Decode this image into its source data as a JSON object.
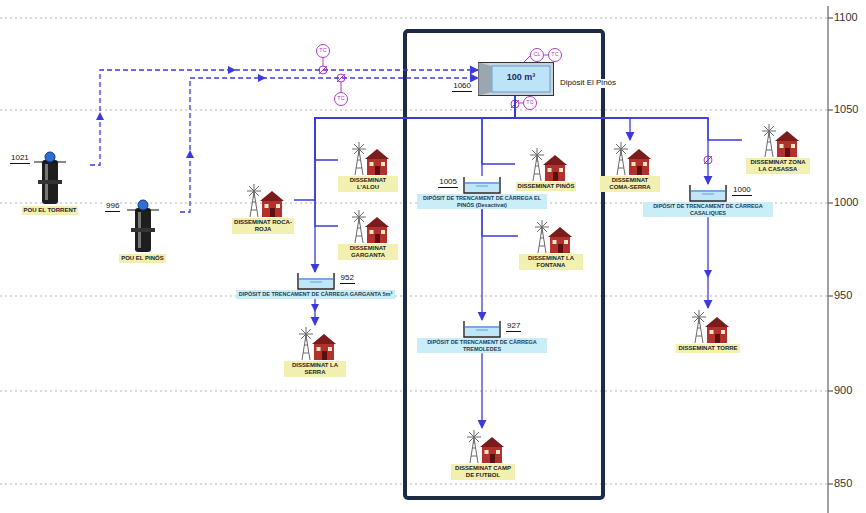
{
  "diagram": {
    "nodes": [
      {
        "text": [
          "TC"
        ]
      },
      {
        "text": [
          "CL"
        ]
      },
      {
        "text": [
          "TC"
        ]
      },
      {
        "text": [
          "100 m³",
          "Dipòsit El Pinós",
          "1060"
        ]
      },
      {
        "text": [
          "TC"
        ]
      },
      {
        "text": [
          "TC"
        ]
      },
      {
        "text": [
          "1021",
          "POU EL TORRENT"
        ]
      },
      {
        "text": [
          "DISSEMINAT L'ALOU"
        ]
      },
      {
        "text": [
          "DISSEMINAT PINÓS"
        ]
      },
      {
        "text": [
          "DISSEMINAT COMA-SERRA"
        ]
      },
      {
        "text": [
          "DISSEMINAT ZONA LA CASASSA"
        ]
      },
      {
        "text": [
          "1005",
          "DIPÒSIT DE TRENCAMENT DE CÀRREGA EL PINÓS (Desactivat)"
        ]
      },
      {
        "text": [
          "1000",
          "DIPÒSIT DE TRENCAMENT DE CÀRREGA CASALIQUES"
        ]
      },
      {
        "text": [
          "DISSEMINAT ROCA-ROJA"
        ]
      },
      {
        "text": [
          "996",
          "POU EL PINÓS"
        ]
      },
      {
        "text": [
          "DISSEMINAT GARGANTA"
        ]
      },
      {
        "text": [
          "DISSEMINAT LA FONTANA"
        ]
      },
      {
        "text": [
          "952",
          "DIPÒSIT DE TRENCAMENT DE CÀRREGA GARGANTA 5m³"
        ]
      },
      {
        "text": [
          "927",
          "DIPÒSIT DE TRENCAMENT DE CÀRREGA TREMOLEDES"
        ]
      },
      {
        "text": [
          "DISSEMINAT LA SERRA"
        ]
      },
      {
        "text": [
          "DISSEMINAT TORRE"
        ]
      },
      {
        "text": [
          "DISSEMINAT CAMP DE FUTBOL"
        ]
      }
    ],
    "edges": [
      {
        "from": 6,
        "to": 3,
        "arrow": "to"
      },
      {
        "from": 14,
        "to": 3,
        "arrow": "to"
      },
      {
        "from": 3,
        "to": 7,
        "arrow": "none"
      },
      {
        "from": 3,
        "to": 13,
        "arrow": "none"
      },
      {
        "from": 3,
        "to": 15,
        "arrow": "none"
      },
      {
        "from": 3,
        "to": 17,
        "arrow": "to"
      },
      {
        "from": 17,
        "to": 19,
        "arrow": "to"
      },
      {
        "from": 3,
        "to": 8,
        "arrow": "none"
      },
      {
        "from": 3,
        "to": 11,
        "arrow": "none"
      },
      {
        "from": 11,
        "to": 16,
        "arrow": "none"
      },
      {
        "from": 11,
        "to": 18,
        "arrow": "to"
      },
      {
        "from": 18,
        "to": 21,
        "arrow": "to"
      },
      {
        "from": 3,
        "to": 9,
        "arrow": "to"
      },
      {
        "from": 3,
        "to": 10,
        "arrow": "none"
      },
      {
        "from": 3,
        "to": 12,
        "arrow": "to"
      },
      {
        "from": 12,
        "to": 20,
        "arrow": "to"
      }
    ],
    "labels": [
      "1100",
      "1050",
      "1000",
      "950",
      "900",
      "850"
    ]
  }
}
